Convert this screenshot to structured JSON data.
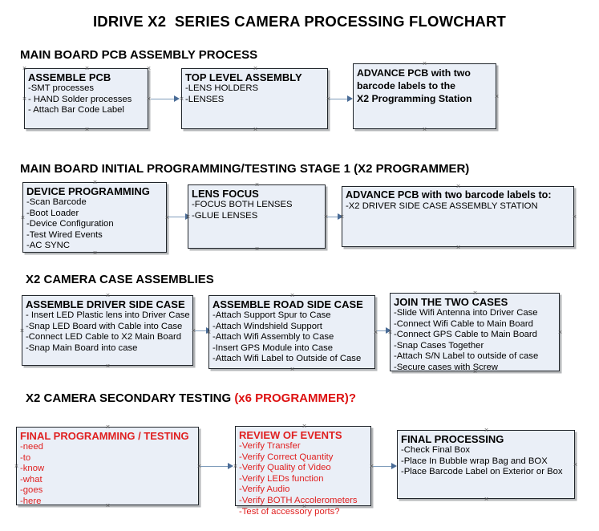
{
  "document": {
    "title": "IDRIVE X2  SERIES CAMERA PROCESSING FLOWCHART"
  },
  "colors": {
    "box_fill": "#eaeff7",
    "box_border": "#20252b",
    "arrow": "#4a6c97",
    "accent_red": "#e02020",
    "text": "#000000"
  },
  "sections": [
    {
      "id": "main-board-pcb-assembly-process",
      "heading": "MAIN BOARD PCB ASSEMBLY PROCESS",
      "heading_accent": "",
      "boxes": [
        {
          "id": "assemble-pcb",
          "title": "ASSEMBLE PCB",
          "lines": [
            "-SMT processes",
            "- HAND Solder processes",
            "- Attach Bar Code Label"
          ]
        },
        {
          "id": "top-level-assembly",
          "title": "TOP LEVEL ASSEMBLY",
          "lines": [
            "-LENS HOLDERS",
            "-LENSES"
          ]
        },
        {
          "id": "advance-pcb-to-x2-programming-station",
          "title": "ADVANCE PCB with two",
          "lines": [
            "barcode labels to the",
            " X2 Programming Station"
          ]
        }
      ]
    },
    {
      "id": "main-board-initial-programming-testing-stage-1",
      "heading": "MAIN BOARD INITIAL PROGRAMMING/TESTING STAGE 1 (X2 PROGRAMMER)",
      "heading_accent": "",
      "boxes": [
        {
          "id": "device-programming",
          "title": "DEVICE PROGRAMMING",
          "lines": [
            "-Scan Barcode",
            "-Boot Loader",
            "-Device Configuration",
            "-Test Wired Events",
            "-AC SYNC"
          ]
        },
        {
          "id": "lens-focus",
          "title": "LENS FOCUS",
          "lines": [
            "-FOCUS BOTH LENSES",
            "-GLUE LENSES"
          ]
        },
        {
          "id": "advance-pcb-to-driver-side-case-assembly",
          "title": "ADVANCE PCB with two barcode labels to:",
          "lines": [
            "-X2 DRIVER  SIDE  CASE  ASSEMBLY STATION"
          ]
        }
      ]
    },
    {
      "id": "x2-camera-case-assemblies",
      "heading": "X2 CAMERA CASE ASSEMBLIES",
      "heading_accent": "",
      "boxes": [
        {
          "id": "assemble-driver-side-case",
          "title": "ASSEMBLE DRIVER SIDE CASE",
          "lines": [
            "- Insert LED Plastic lens into Driver Case",
            "-Snap LED Board with Cable into Case",
            "-Connect LED Cable to X2 Main Board",
            "-Snap Main Board into case"
          ]
        },
        {
          "id": "assemble-road-side-case",
          "title": "ASSEMBLE ROAD SIDE CASE",
          "lines": [
            "-Attach Support Spur to Case",
            "-Attach Windshield Support",
            "-Attach Wifi Assembly to Case",
            "-Insert GPS Module into Case",
            "-Attach Wifi Label to Outside of Case"
          ]
        },
        {
          "id": "join-the-two-cases",
          "title": "JOIN THE TWO CASES",
          "lines": [
            "-Slide Wifi Antenna into Driver Case",
            "-Connect Wifi Cable to Main Board",
            "-Connect GPS Cable to Main Board",
            "-Snap Cases Together",
            "-Attach S/N Label to outside of case",
            "-Secure cases with Screw"
          ]
        }
      ]
    },
    {
      "id": "x2-camera-secondary-testing",
      "heading": "X2 CAMERA SECONDARY TESTING ",
      "heading_accent": "(x6 PROGRAMMER)?",
      "boxes": [
        {
          "id": "final-programming-testing",
          "title": "FINAL PROGRAMMING / TESTING",
          "lines": [
            "-need",
            "-to",
            "-know",
            "-what",
            "-goes",
            "-here"
          ]
        },
        {
          "id": "review-of-events",
          "title": "REVIEW OF EVENTS",
          "lines": [
            "-Verify Transfer",
            "-Verify Correct Quantity",
            "-Verify Quality of Video",
            "-Verify LEDs function",
            "-Verify Audio",
            "-Verify BOTH Accolerometers",
            "-Test of accessory ports?"
          ]
        },
        {
          "id": "final-processing",
          "title": "FINAL PROCESSING",
          "lines": [
            " -Check Final Box",
            "-Place In Bubble wrap Bag and BOX",
            "-Place Barcode Label on Exterior or Box"
          ]
        }
      ]
    }
  ]
}
